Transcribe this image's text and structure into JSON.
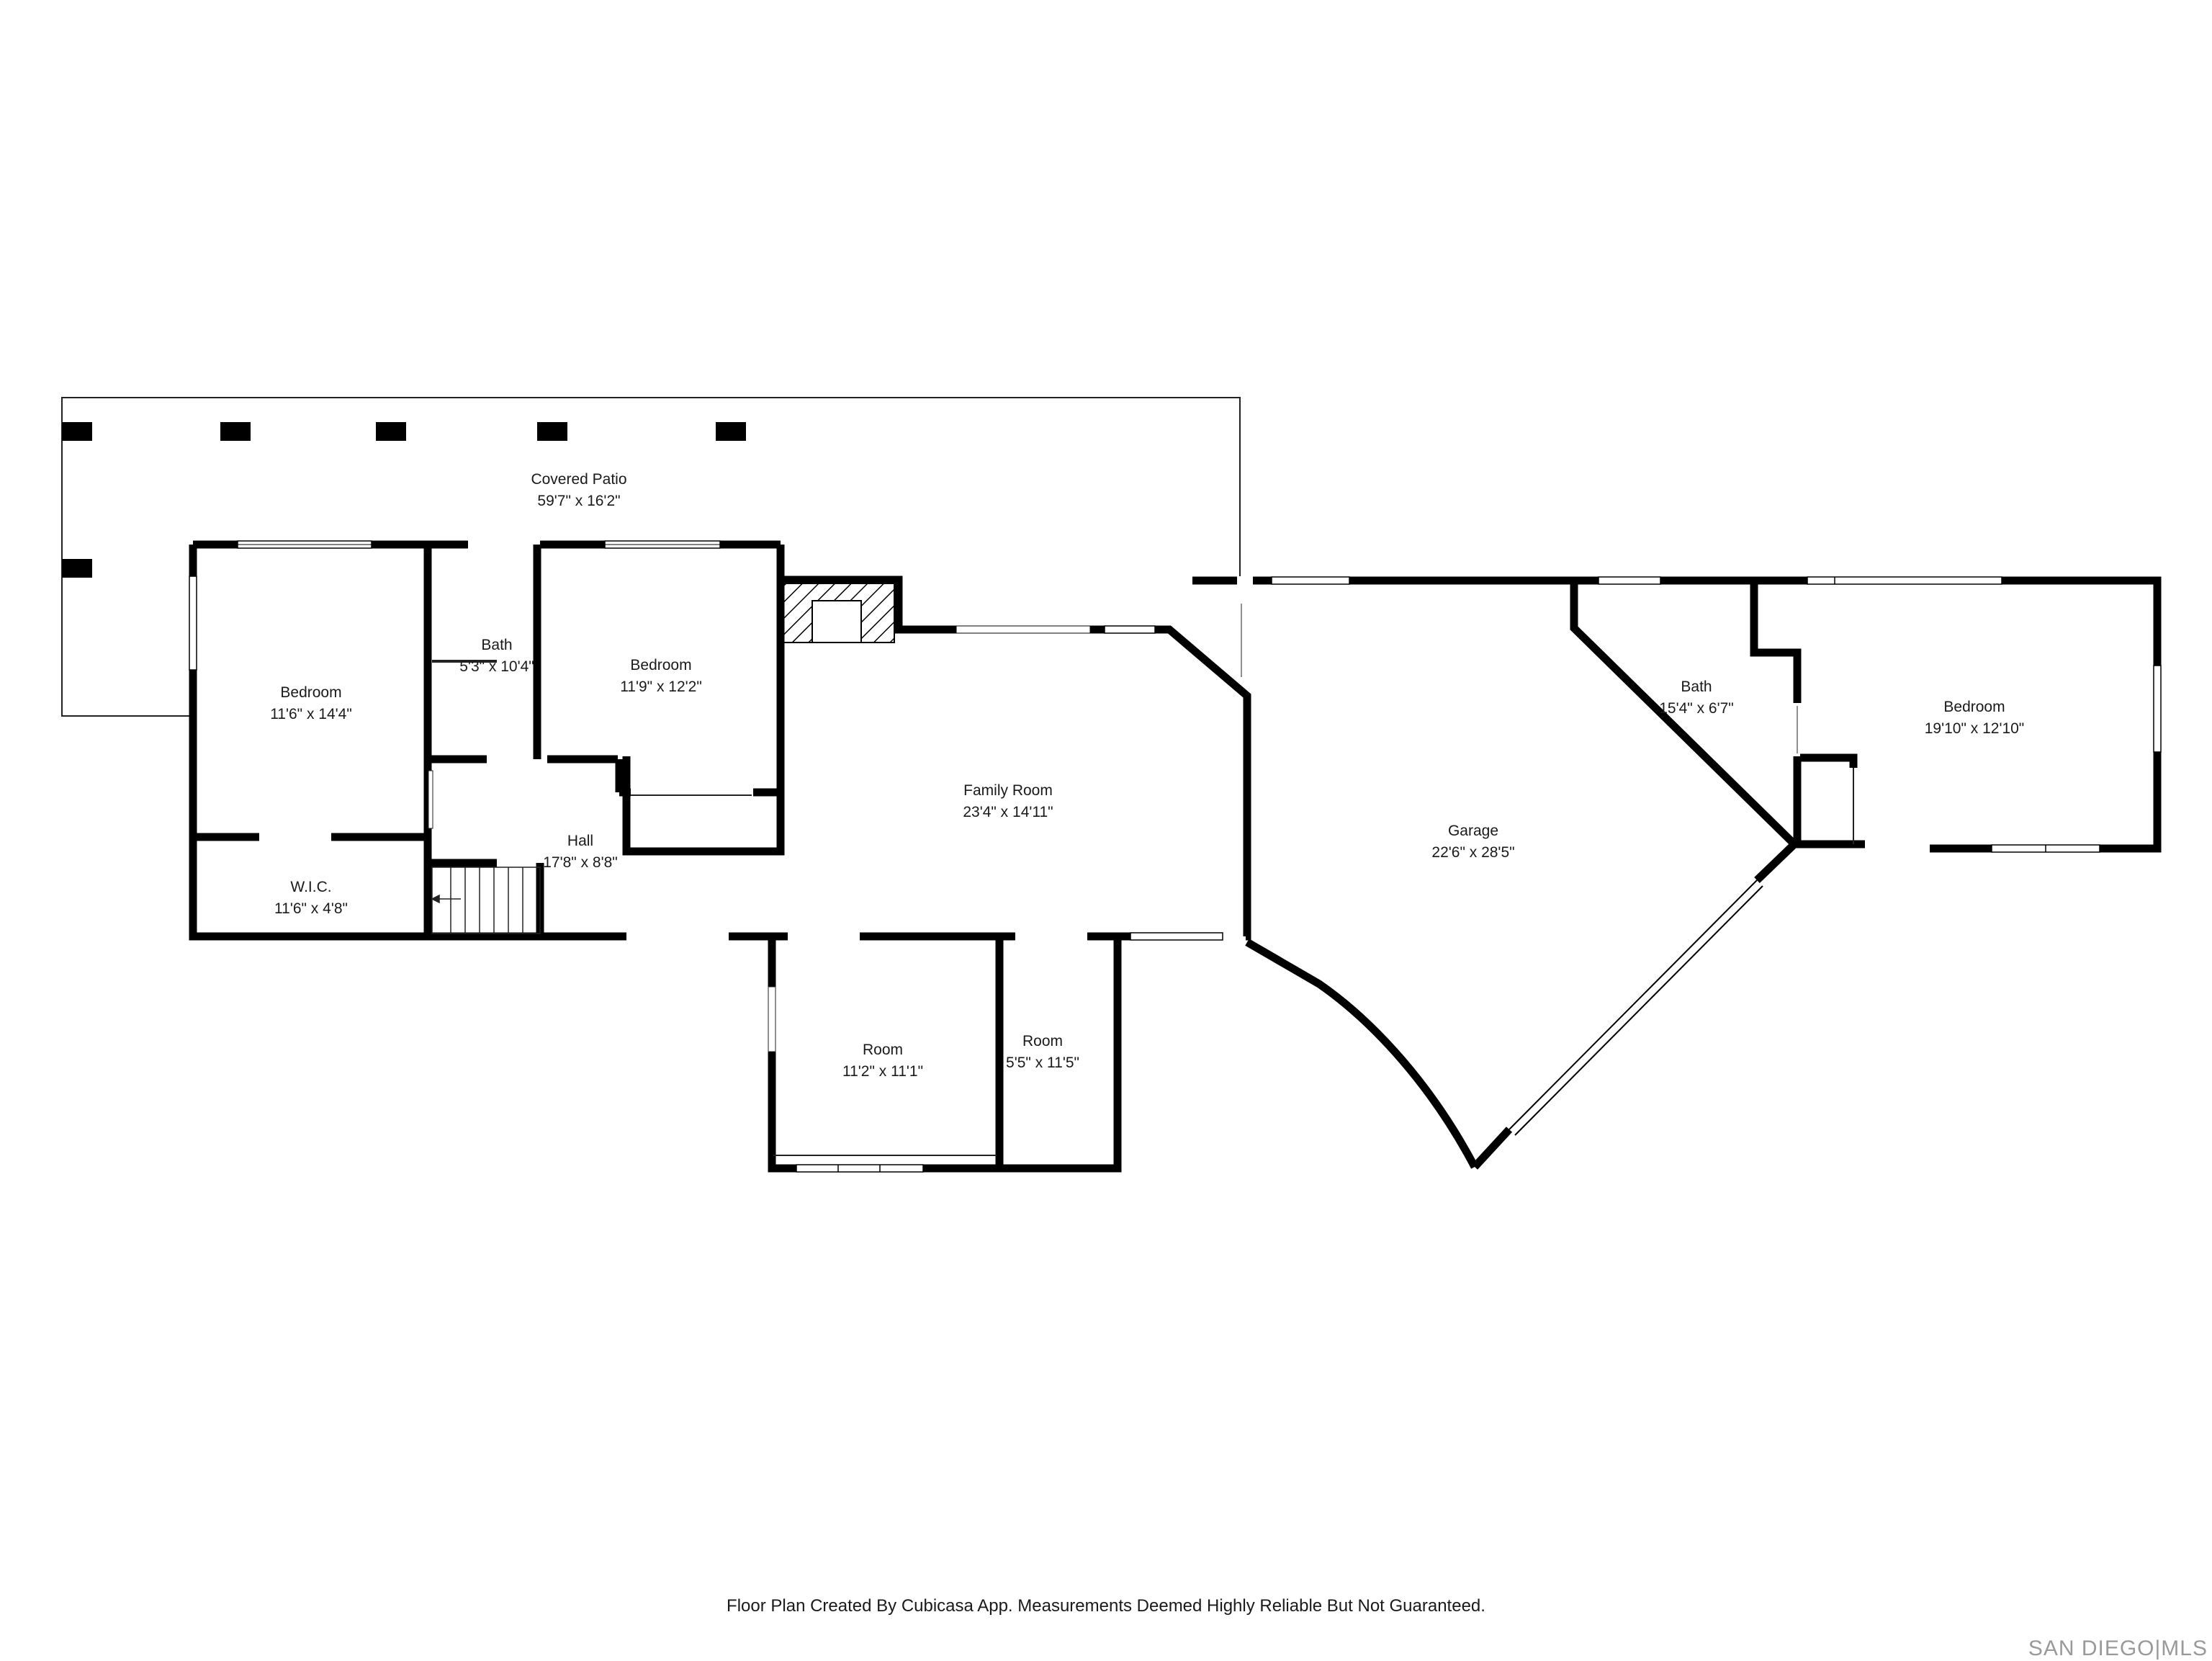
{
  "rooms": {
    "covered_patio": {
      "name": "Covered Patio",
      "dims": "59'7\" x 16'2\""
    },
    "bedroom_1": {
      "name": "Bedroom",
      "dims": "11'6\" x 14'4\""
    },
    "bath_1": {
      "name": "Bath",
      "dims": "5'3\" x 10'4\""
    },
    "bedroom_2": {
      "name": "Bedroom",
      "dims": "11'9\" x 12'2\""
    },
    "wic": {
      "name": "W.I.C.",
      "dims": "11'6\" x 4'8\""
    },
    "hall": {
      "name": "Hall",
      "dims": "17'8\" x 8'8\""
    },
    "family_room": {
      "name": "Family Room",
      "dims": "23'4\" x 14'11\""
    },
    "room_1": {
      "name": "Room",
      "dims": "11'2\" x 11'1\""
    },
    "room_2": {
      "name": "Room",
      "dims": "5'5\" x 11'5\""
    },
    "garage": {
      "name": "Garage",
      "dims": "22'6\" x 28'5\""
    },
    "bath_2": {
      "name": "Bath",
      "dims": "15'4\" x 6'7\""
    },
    "bedroom_3": {
      "name": "Bedroom",
      "dims": "19'10\" x 12'10\""
    }
  },
  "footer": {
    "disclaimer": "Floor Plan Created By Cubicasa App. Measurements Deemed Highly Reliable But Not Guaranteed.",
    "brand": "SAN DIEGO|MLS"
  },
  "colors": {
    "wall": "#000000",
    "background": "#ffffff"
  }
}
